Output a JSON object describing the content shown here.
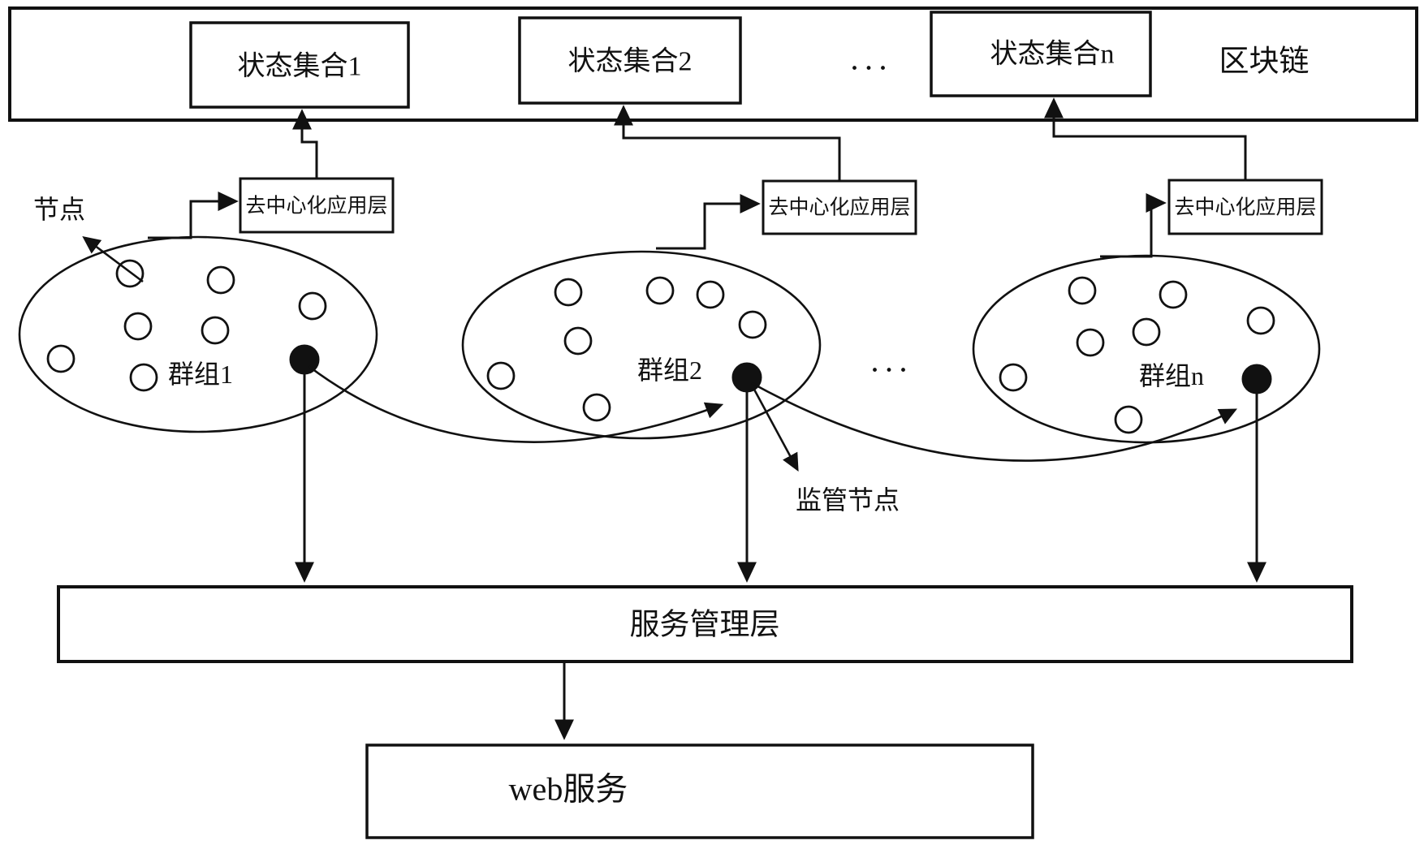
{
  "figure": {
    "blockchain": {
      "label": "区块链"
    },
    "state_sets": [
      {
        "label": "状态集合1"
      },
      {
        "label": "状态集合2"
      },
      {
        "label": "状态集合n"
      }
    ],
    "top_ellipsis": "· · ·",
    "mid_ellipsis": "· · ·",
    "app_layers": [
      {
        "label": "去中心化应用层"
      },
      {
        "label": "去中心化应用层"
      },
      {
        "label": "去中心化应用层"
      }
    ],
    "groups": [
      {
        "label": "群组1"
      },
      {
        "label": "群组2"
      },
      {
        "label": "群组n"
      }
    ],
    "annotations": {
      "node": "节点",
      "supervision_node": "监管节点"
    },
    "service_layer": {
      "label": "服务管理层"
    },
    "web_service": {
      "label": "web服务"
    },
    "colors": {
      "ink": "#111111",
      "background": "#ffffff"
    }
  }
}
